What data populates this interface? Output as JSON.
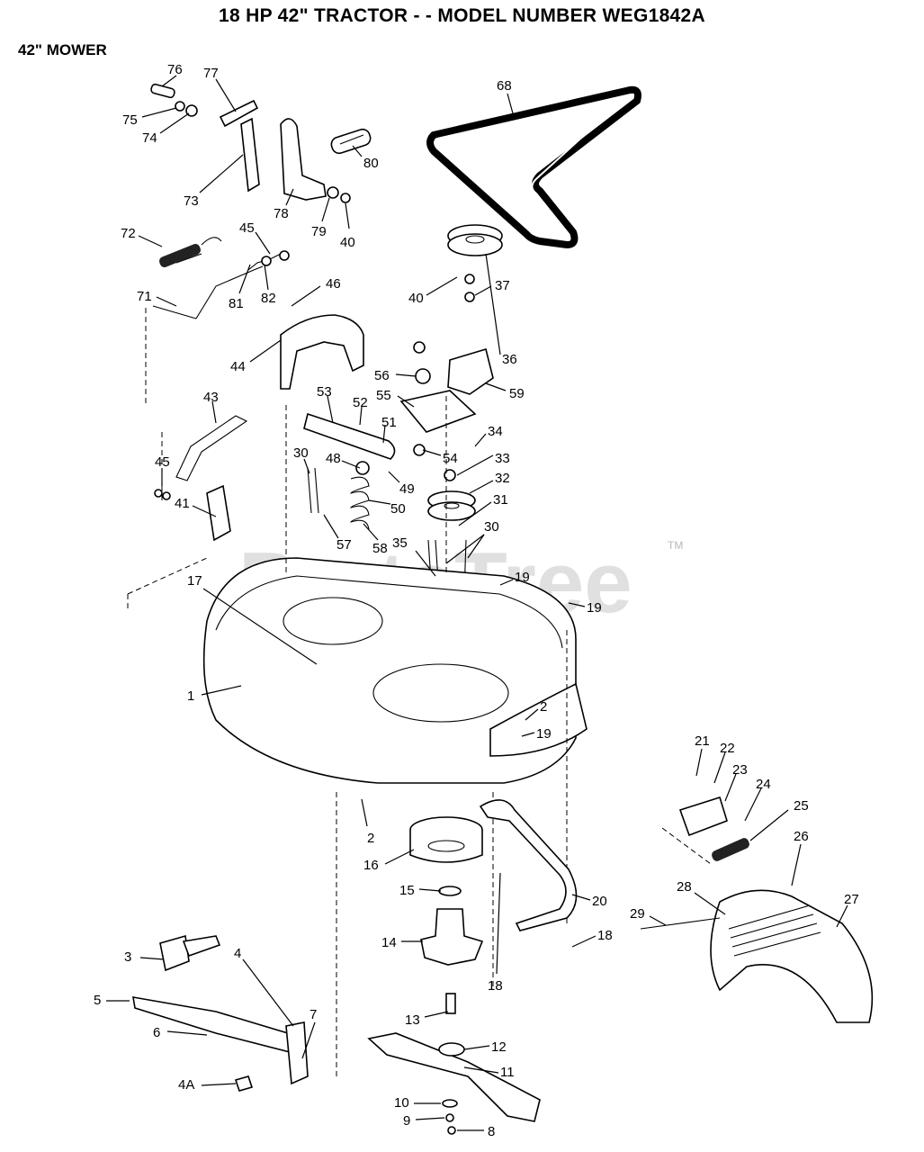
{
  "header": {
    "title": "18 HP 42\" TRACTOR - - MODEL NUMBER WEG1842A",
    "subtitle": "42\" MOWER"
  },
  "watermark": {
    "text": "PartsTree",
    "tm": "TM"
  },
  "callouts": {
    "c76": "76",
    "c77": "77",
    "c75": "75",
    "c74": "74",
    "c73": "73",
    "c78": "78",
    "c79": "79",
    "c40a": "40",
    "c80": "80",
    "c68": "68",
    "c72": "72",
    "c45a": "45",
    "c81": "81",
    "c82": "82",
    "c46": "46",
    "c71": "71",
    "c44": "44",
    "c40b": "40",
    "c37": "37",
    "c36": "36",
    "c56": "56",
    "c55": "55",
    "c59": "59",
    "c53": "53",
    "c52": "52",
    "c51": "51",
    "c34": "34",
    "c43": "43",
    "c54": "54",
    "c33": "33",
    "c30a": "30",
    "c48": "48",
    "c32": "32",
    "c45b": "45",
    "c49": "49",
    "c31": "31",
    "c50": "50",
    "c41": "41",
    "c30b": "30",
    "c57": "57",
    "c58": "58",
    "c35": "35",
    "c19a": "19",
    "c17": "17",
    "c19b": "19",
    "c1": "1",
    "c2a": "2",
    "c19c": "19",
    "c21": "21",
    "c22": "22",
    "c23": "23",
    "c24": "24",
    "c25": "25",
    "c26": "26",
    "c2b": "2",
    "c16": "16",
    "c20": "20",
    "c15": "15",
    "c28": "28",
    "c27": "27",
    "c29": "29",
    "c14": "14",
    "c18a": "18",
    "c18b": "18",
    "c3": "3",
    "c4": "4",
    "c5": "5",
    "c7": "7",
    "c6": "6",
    "c13": "13",
    "c12": "12",
    "c11": "11",
    "c4A": "4A",
    "c10": "10",
    "c9": "9",
    "c8": "8"
  }
}
